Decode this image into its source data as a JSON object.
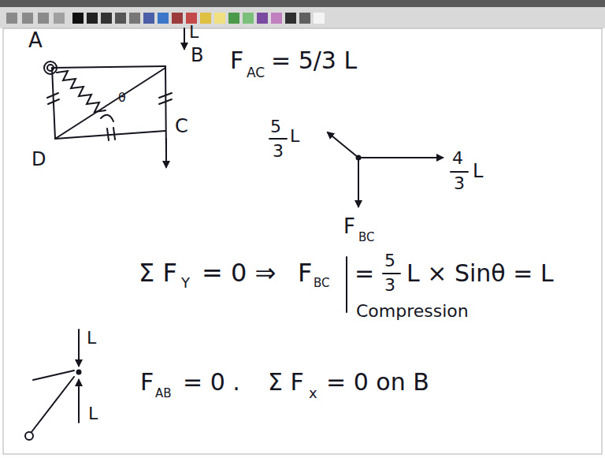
{
  "diagram": {
    "labels": [
      "A",
      "L",
      "B",
      "θ",
      "C",
      "D",
      "F",
      "AC",
      "= 5/3 L",
      "5",
      "3",
      "L",
      "4",
      "3",
      "L",
      "F",
      "BC",
      "Σ F",
      "Y",
      "= 0 ⇒",
      "F",
      "BC",
      "=",
      "5",
      "3",
      "L × Sinθ = L",
      "Compression",
      "L",
      "L",
      "F",
      "AB",
      "= 0 .",
      "Σ F",
      "x",
      "= 0 on B"
    ]
  }
}
